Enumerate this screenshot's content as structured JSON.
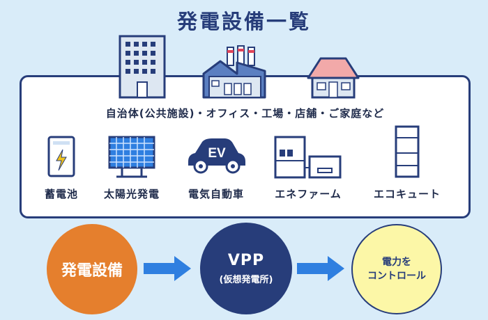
{
  "title": "発電設備一覧",
  "caption": "自治体(公共施設)・オフィス・工場・店舗・ご家庭など",
  "devices": [
    {
      "label": "蓄電池",
      "icon": "battery-icon"
    },
    {
      "label": "太陽光発電",
      "icon": "solar-panel-icon"
    },
    {
      "label": "電気自動車",
      "icon": "ev-car-icon",
      "badge": "EV"
    },
    {
      "label": "エネファーム",
      "icon": "ene-farm-icon"
    },
    {
      "label": "エコキュート",
      "icon": "eco-cute-icon"
    }
  ],
  "buildings": [
    "office-building-icon",
    "factory-icon",
    "house-icon"
  ],
  "flow": {
    "step1": "発電設備",
    "step2_main": "VPP",
    "step2_sub": "(仮想発電所)",
    "step3_line1": "電力を",
    "step3_line2": "コントロール"
  },
  "colors": {
    "background": "#d9ecf9",
    "navy": "#273d7a",
    "orange": "#e57f2d",
    "yellow": "#fcf7a7",
    "arrow": "#2f7fe0"
  }
}
